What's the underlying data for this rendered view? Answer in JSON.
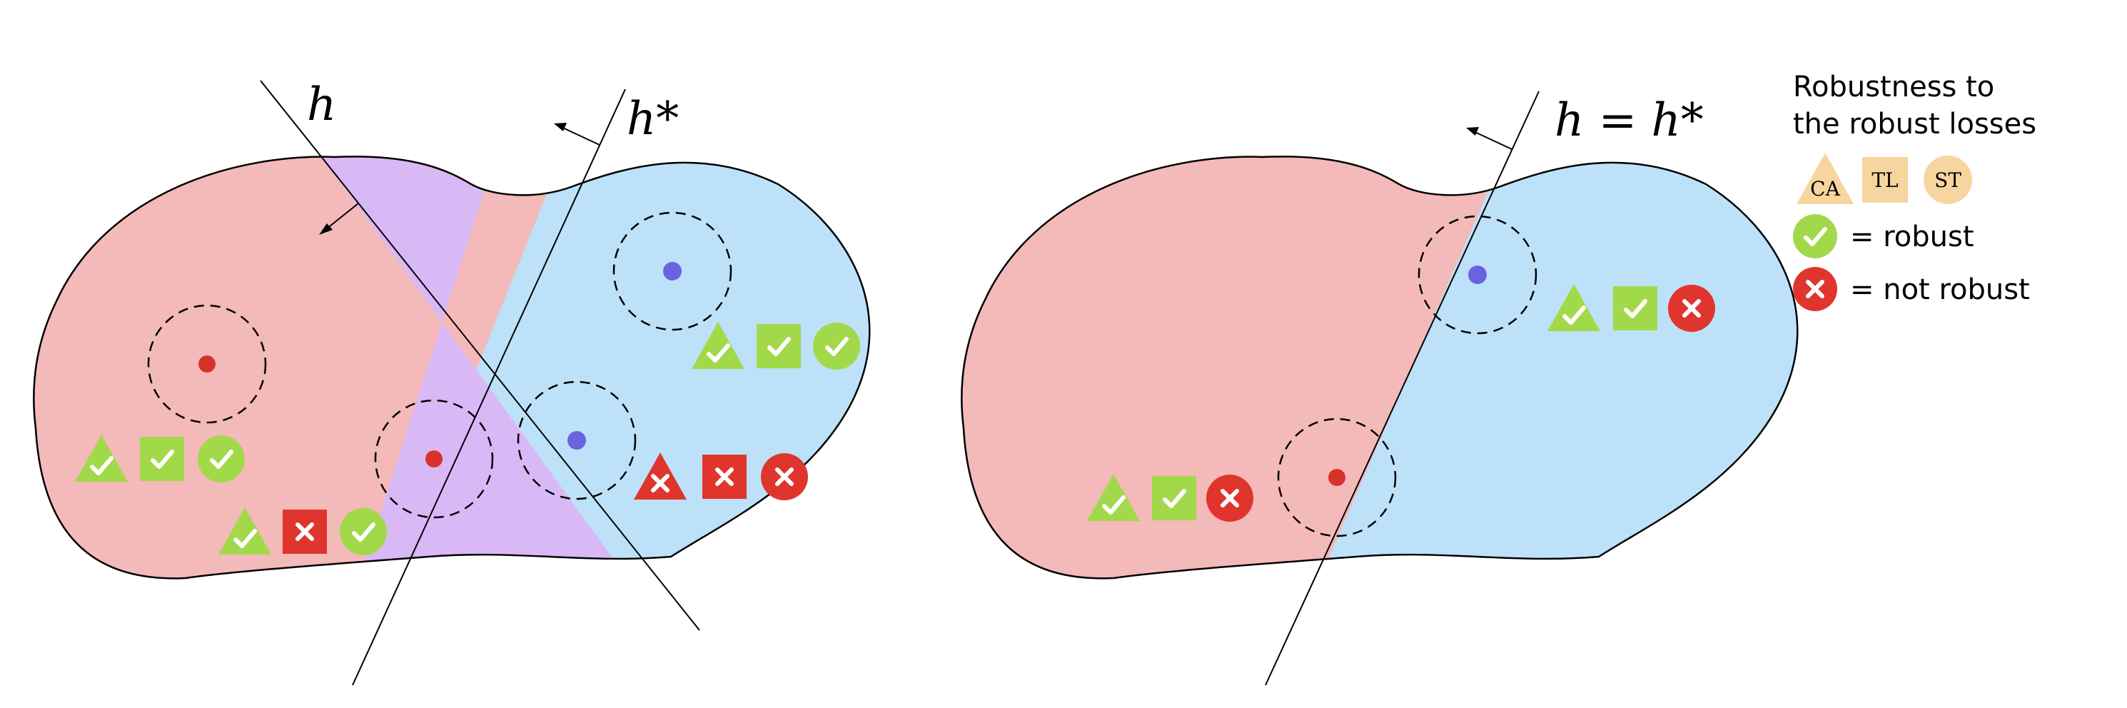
{
  "diagram": {
    "left_panel": {
      "h_label": "h",
      "h_star_label": "h*"
    },
    "right_panel": {
      "equality_label": "h = h*"
    },
    "legend": {
      "title_line1": "Robustness to",
      "title_line2": "the robust losses",
      "shape_labels": [
        "CA",
        "TL",
        "ST"
      ],
      "robust_label": "= robust",
      "not_robust_label": "= not robust"
    },
    "colors": {
      "red_region": "#f4b9b9",
      "blue_region": "#bde1f8",
      "purple_region": "#d9b8f6",
      "red_point": "#d8332b",
      "blue_point": "#6a63e0",
      "robust_green": "#a2d94a",
      "not_robust_red": "#e0352d",
      "legend_shape": "#f7d59e"
    },
    "icons": [
      "triangle-shape-icon",
      "square-shape-icon",
      "circle-shape-icon",
      "check-icon",
      "cross-icon",
      "normal-arrow-icon"
    ]
  }
}
